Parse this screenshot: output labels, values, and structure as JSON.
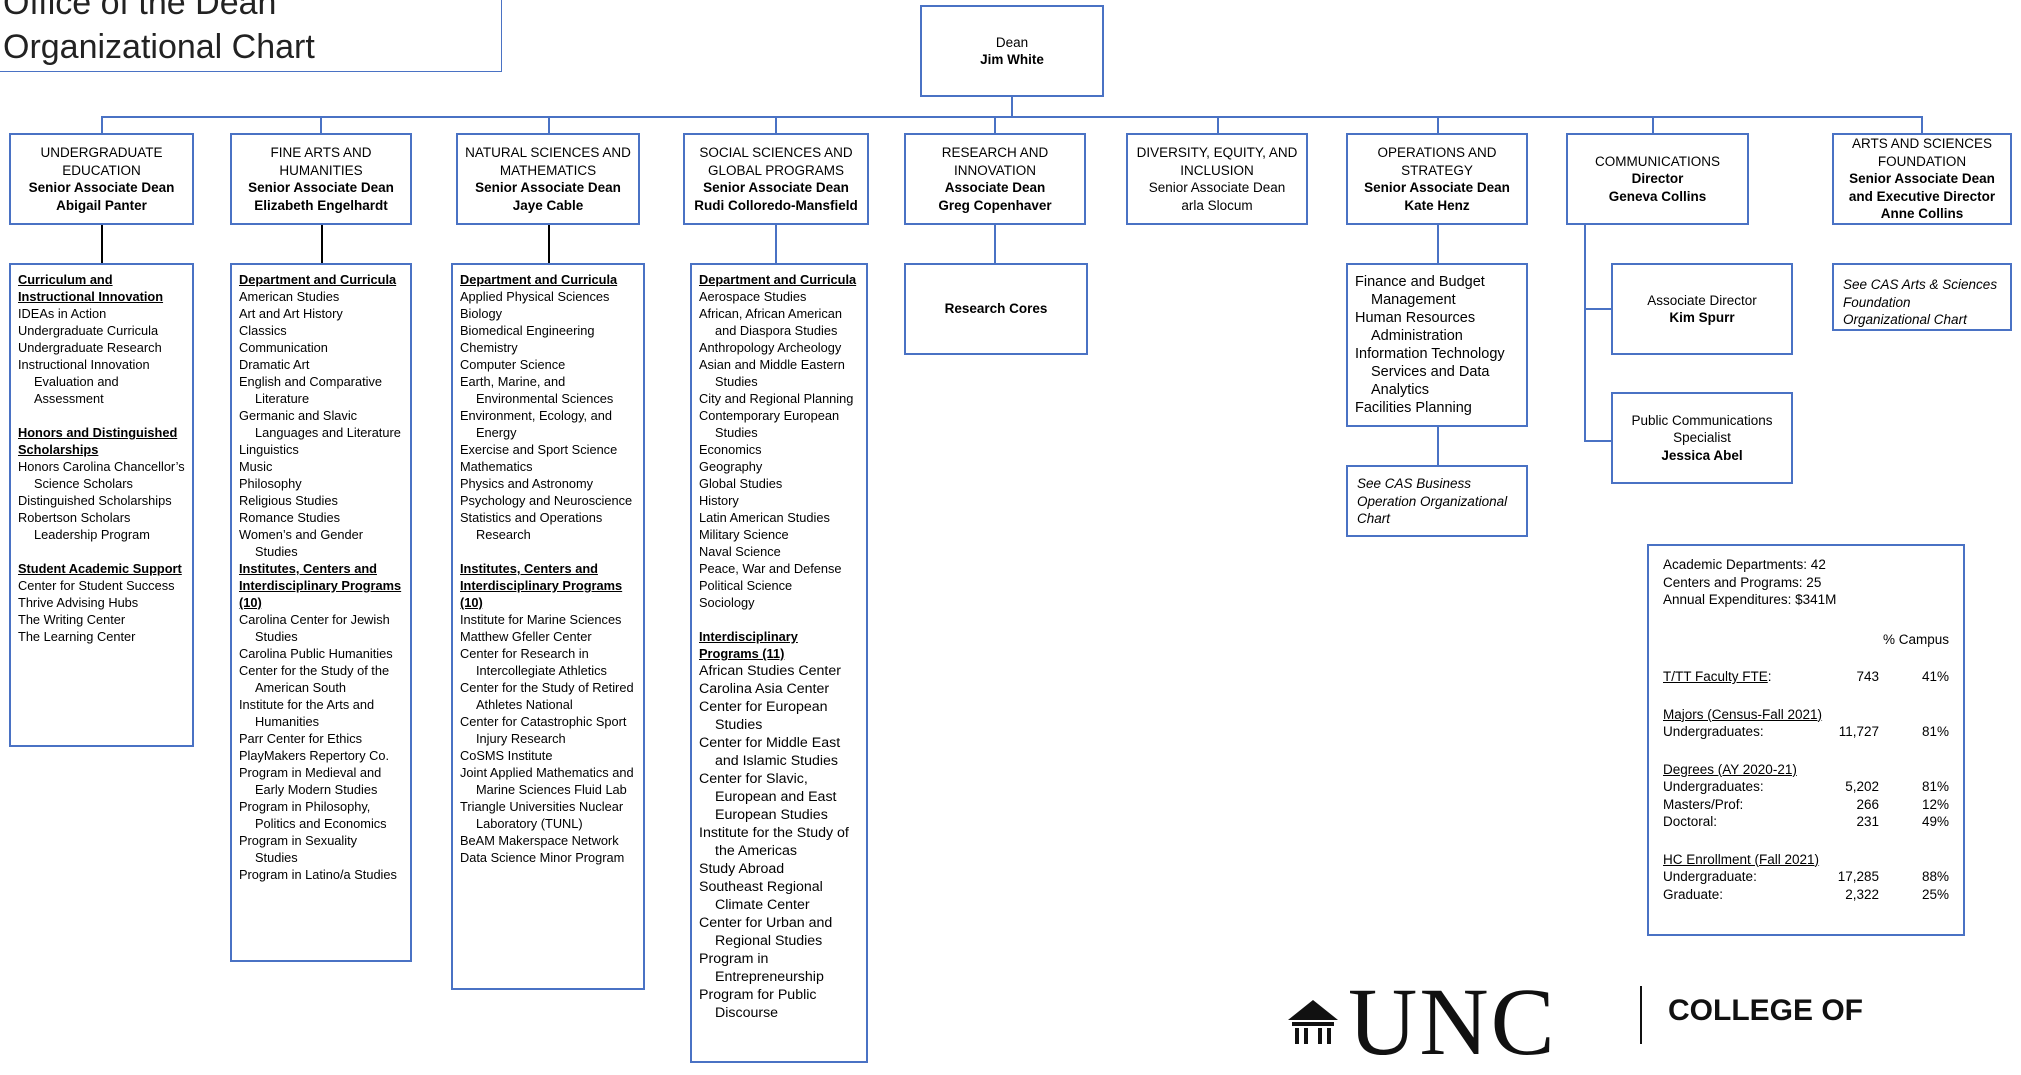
{
  "title": {
    "line1": "Office of the Dean",
    "line2": "Organizational Chart"
  },
  "dean": {
    "role": "Dean",
    "name": "Jim White"
  },
  "divisions": [
    {
      "title": "UNDERGRADUATE EDUCATION",
      "role": "Senior Associate Dean",
      "name": "Abigail Panter"
    },
    {
      "title": "FINE ARTS AND HUMANITIES",
      "role": "Senior Associate Dean",
      "name": "Elizabeth Engelhardt"
    },
    {
      "title": "NATURAL SCIENCES AND MATHEMATICS",
      "role": "Senior Associate Dean",
      "name": "Jaye Cable"
    },
    {
      "title": "SOCIAL SCIENCES AND GLOBAL PROGRAMS",
      "role": "Senior Associate Dean",
      "name": "Rudi Colloredo-Mansfield"
    },
    {
      "title": "RESEARCH AND INNOVATION",
      "role": "Associate Dean",
      "name": "Greg Copenhaver"
    },
    {
      "title": "DIVERSITY, EQUITY, AND INCLUSION",
      "role": "Senior Associate Dean",
      "name": "arla Slocum"
    },
    {
      "title": "OPERATIONS AND STRATEGY",
      "role": "Senior Associate Dean",
      "name": "Kate Henz"
    },
    {
      "title": "COMMUNICATIONS",
      "role": "Director",
      "name": "Geneva Collins"
    },
    {
      "title": "ARTS AND SCIENCES FOUNDATION",
      "role": "Senior Associate Dean and Executive Director",
      "name": "Anne Collins"
    }
  ],
  "undergrad": {
    "s1": "Curriculum and Instructional Innovation",
    "s1_items": [
      "IDEAs in Action",
      "Undergraduate Curricula",
      "Undergraduate Research",
      "Instructional Innovation Evaluation and Assessment"
    ],
    "s2": "Honors and Distinguished Scholarships",
    "s2_items": [
      "Honors Carolina Chancellor’s Science Scholars",
      "Distinguished Scholarships",
      "Robertson Scholars Leadership Program"
    ],
    "s3": "Student Academic Support",
    "s3_items": [
      "Center for Student Success",
      "Thrive Advising Hubs",
      "The Writing Center",
      "The Learning Center"
    ]
  },
  "finearts": {
    "s1": "Department and Curricula",
    "s1_items": [
      "American Studies",
      "Art and Art History",
      "Classics",
      "Communication",
      "Dramatic Art",
      "English and Comparative Literature",
      "Germanic and Slavic Languages and Literature",
      "Linguistics",
      "Music",
      "Philosophy",
      "Religious Studies",
      "Romance Studies",
      "Women’s and Gender Studies"
    ],
    "s2": "Institutes, Centers and Interdisciplinary Programs (10)",
    "s2_items": [
      "Carolina Center for Jewish Studies",
      "Carolina Public Humanities",
      "Center for the Study of the American South",
      "Institute for the Arts and Humanities",
      "Parr Center for Ethics",
      "PlayMakers Repertory Co.",
      "Program in Medieval and Early Modern Studies",
      "Program in Philosophy, Politics and Economics",
      "Program in Sexuality Studies",
      "Program in Latino/a Studies"
    ]
  },
  "natsci": {
    "s1": "Department and Curricula",
    "s1_items": [
      "Applied Physical Sciences",
      "Biology",
      "Biomedical Engineering",
      "Chemistry",
      "Computer Science",
      "Earth, Marine, and Environmental Sciences",
      "Environment, Ecology, and Energy",
      "Exercise and Sport Science",
      "Mathematics",
      "Physics and Astronomy",
      "Psychology and Neuroscience",
      "Statistics and Operations Research"
    ],
    "s2": "Institutes, Centers and Interdisciplinary Programs (10)",
    "s2_items": [
      "Institute for Marine Sciences",
      "Matthew Gfeller Center",
      "Center for Research in Intercollegiate Athletics",
      "Center for the Study of Retired Athletes National",
      "Center for Catastrophic Sport Injury Research",
      "CoSMS Institute",
      "Joint Applied Mathematics and Marine Sciences Fluid Lab",
      "Triangle Universities Nuclear Laboratory (TUNL)",
      "BeAM Makerspace Network",
      "Data Science Minor Program"
    ]
  },
  "socsci": {
    "s1": "Department and Curricula",
    "s1_items": [
      "Aerospace Studies",
      "African, African American and Diaspora Studies",
      "Anthropology Archeology",
      "Asian and Middle Eastern Studies",
      "City and Regional Planning",
      "Contemporary European Studies",
      "Economics",
      "Geography",
      "Global Studies",
      "History",
      "Latin American Studies",
      "Military Science",
      "Naval Science",
      "Peace, War and Defense",
      "Political Science",
      "Sociology"
    ],
    "s2": "Interdisciplinary Programs (11)",
    "s2_items": [
      "African Studies Center",
      "Carolina Asia Center",
      "Center for European Studies",
      "Center for Middle East and Islamic Studies",
      "Center for Slavic, European and East European Studies",
      "Institute for the Study of the Americas",
      "Study Abroad",
      "Southeast Regional Climate Center",
      "Center for Urban and Regional Studies",
      "Program in Entrepreneurship",
      "Program for Public Discourse"
    ]
  },
  "research": {
    "item": "Research Cores"
  },
  "operations": {
    "items": [
      "Finance and Budget Management",
      "Human Resources Administration",
      "Information Technology Services and Data Analytics",
      "Facilities Planning"
    ],
    "note": "See CAS Business Operation Organizational Chart"
  },
  "comms": [
    {
      "role": "Associate Director",
      "name": "Kim Spurr"
    },
    {
      "role": "Public Communications Specialist",
      "name": "Jessica Abel"
    }
  ],
  "foundation": {
    "note": "See CAS Arts & Sciences Foundation Organizational Chart"
  },
  "stats": {
    "lines": [
      "Academic Departments: 42",
      "Centers and Programs: 25",
      "Annual Expenditures: $341M"
    ],
    "pct_header": "% Campus",
    "faculty": {
      "label": "T/TT Faculty FTE",
      "suffix": ":",
      "value": "743",
      "pct": "41%"
    },
    "majors_title": "Majors (Census-Fall 2021)",
    "majors": [
      {
        "label": "Undergraduates:",
        "value": "11,727",
        "pct": "81%"
      }
    ],
    "degrees_title": "Degrees (AY 2020-21)",
    "degrees": [
      {
        "label": "Undergraduates:",
        "value": "5,202",
        "pct": "81%"
      },
      {
        "label": "Masters/Prof:",
        "value": "266",
        "pct": "12%"
      },
      {
        "label": "Doctoral:",
        "value": "231",
        "pct": "49%"
      }
    ],
    "hc_title": "HC Enrollment (Fall 2021)",
    "hc": [
      {
        "label": "Undergraduate:",
        "value": "17,285",
        "pct": "88%"
      },
      {
        "label": "Graduate:",
        "value": "2,322",
        "pct": "25%"
      }
    ]
  },
  "logo": {
    "text": "UNC",
    "right": "COLLEGE OF"
  }
}
